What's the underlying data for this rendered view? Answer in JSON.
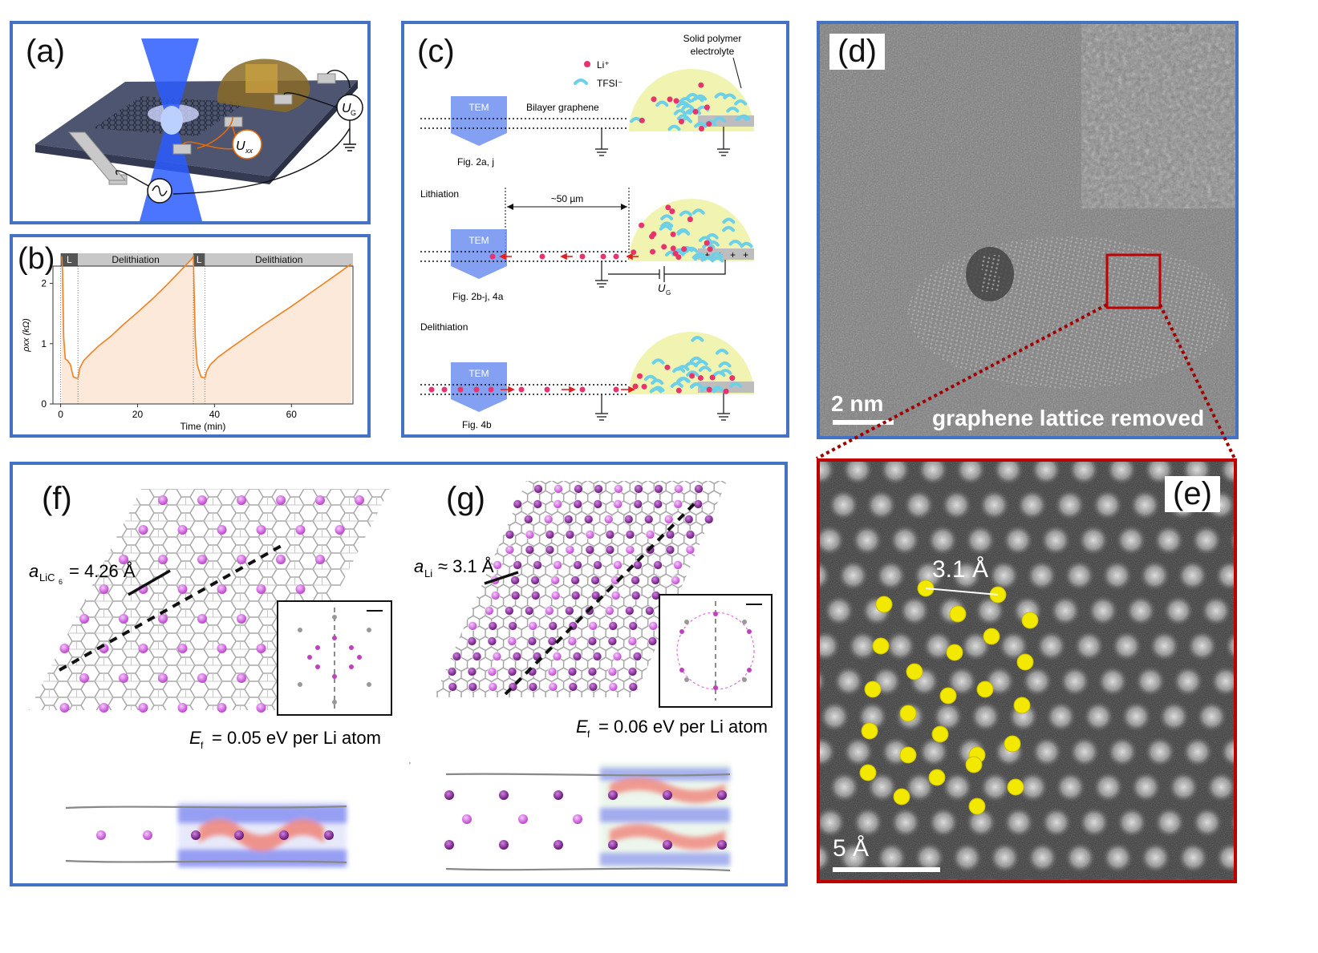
{
  "panels": {
    "a": {
      "label": "(a)",
      "u_g": "U",
      "u_g_sub": "G",
      "u_xx": "U",
      "u_xx_sub": "xx"
    },
    "b": {
      "label": "(b)"
    },
    "c": {
      "label": "(c)",
      "legend_li": "Li⁺",
      "legend_tfsi": "TFSI⁻",
      "electrolyte_line1": "Solid polymer",
      "electrolyte_line2": "electrolyte",
      "bilayer": "Bilayer graphene",
      "tem": "TEM",
      "fig_top": "Fig. 2a, j",
      "lithiation": "Lithiation",
      "distance": "~50 µm",
      "fig_mid": "Fig. 2b-j, 4a",
      "ug": "U",
      "ug_sub": "G",
      "delithiation": "Delithiation",
      "fig_bot": "Fig. 4b",
      "plus": "+"
    },
    "d": {
      "label": "(d)",
      "scale": "2 nm",
      "caption": "graphene lattice removed"
    },
    "e": {
      "label": "(e)",
      "distance": "3.1 Å",
      "scale": "5 Å"
    },
    "f": {
      "label": "(f)",
      "a_main": "a",
      "a_sub": "LiC",
      "a_sub2": "6",
      "a_value": "= 4.26 Å",
      "ef_E": "E",
      "ef_sub": "f",
      "ef_value": "= 0.05 eV per Li atom"
    },
    "g": {
      "label": "(g)",
      "a_main": "a",
      "a_sub": "Li",
      "a_value": "≈ 3.1 Å",
      "ef_E": "E",
      "ef_sub": "f",
      "ef_value": "= 0.06 eV per Li atom"
    }
  },
  "chart_data": {
    "type": "line",
    "bands": [
      {
        "label": "L",
        "from": 0,
        "to": 4.5
      },
      {
        "label": "Delithiation",
        "from": 4.5,
        "to": 34.5
      },
      {
        "label": "L",
        "from": 34.5,
        "to": 37.5
      },
      {
        "label": "Delithiation",
        "from": 37.5,
        "to": 76
      }
    ],
    "xlabel": "Time (min)",
    "ylabel": "ρxx (kΩ)",
    "xticks": [
      0,
      20,
      40,
      60
    ],
    "yticks": [
      0,
      1,
      2
    ],
    "xlim": [
      -2,
      76
    ],
    "ylim": [
      0,
      2.5
    ],
    "series": [
      {
        "color": "#f08020",
        "x": [
          0.3,
          0.5,
          0.8,
          1.2,
          1.8,
          2.5,
          3.3,
          4.0,
          4.5,
          5,
          6,
          8,
          10,
          13,
          16,
          20,
          24,
          28,
          31,
          34,
          34.5,
          35,
          35.5,
          36.5,
          37.5,
          38,
          39,
          41,
          44,
          48,
          52,
          56,
          60,
          64,
          68,
          72,
          75.5
        ],
        "y": [
          2.45,
          2.2,
          1.1,
          0.75,
          0.72,
          0.66,
          0.45,
          0.43,
          0.43,
          0.6,
          0.72,
          0.85,
          0.97,
          1.12,
          1.3,
          1.52,
          1.75,
          2.0,
          2.2,
          2.4,
          2.45,
          1.1,
          0.65,
          0.45,
          0.43,
          0.55,
          0.66,
          0.78,
          0.92,
          1.1,
          1.28,
          1.45,
          1.62,
          1.8,
          1.98,
          2.16,
          2.32
        ]
      }
    ]
  }
}
